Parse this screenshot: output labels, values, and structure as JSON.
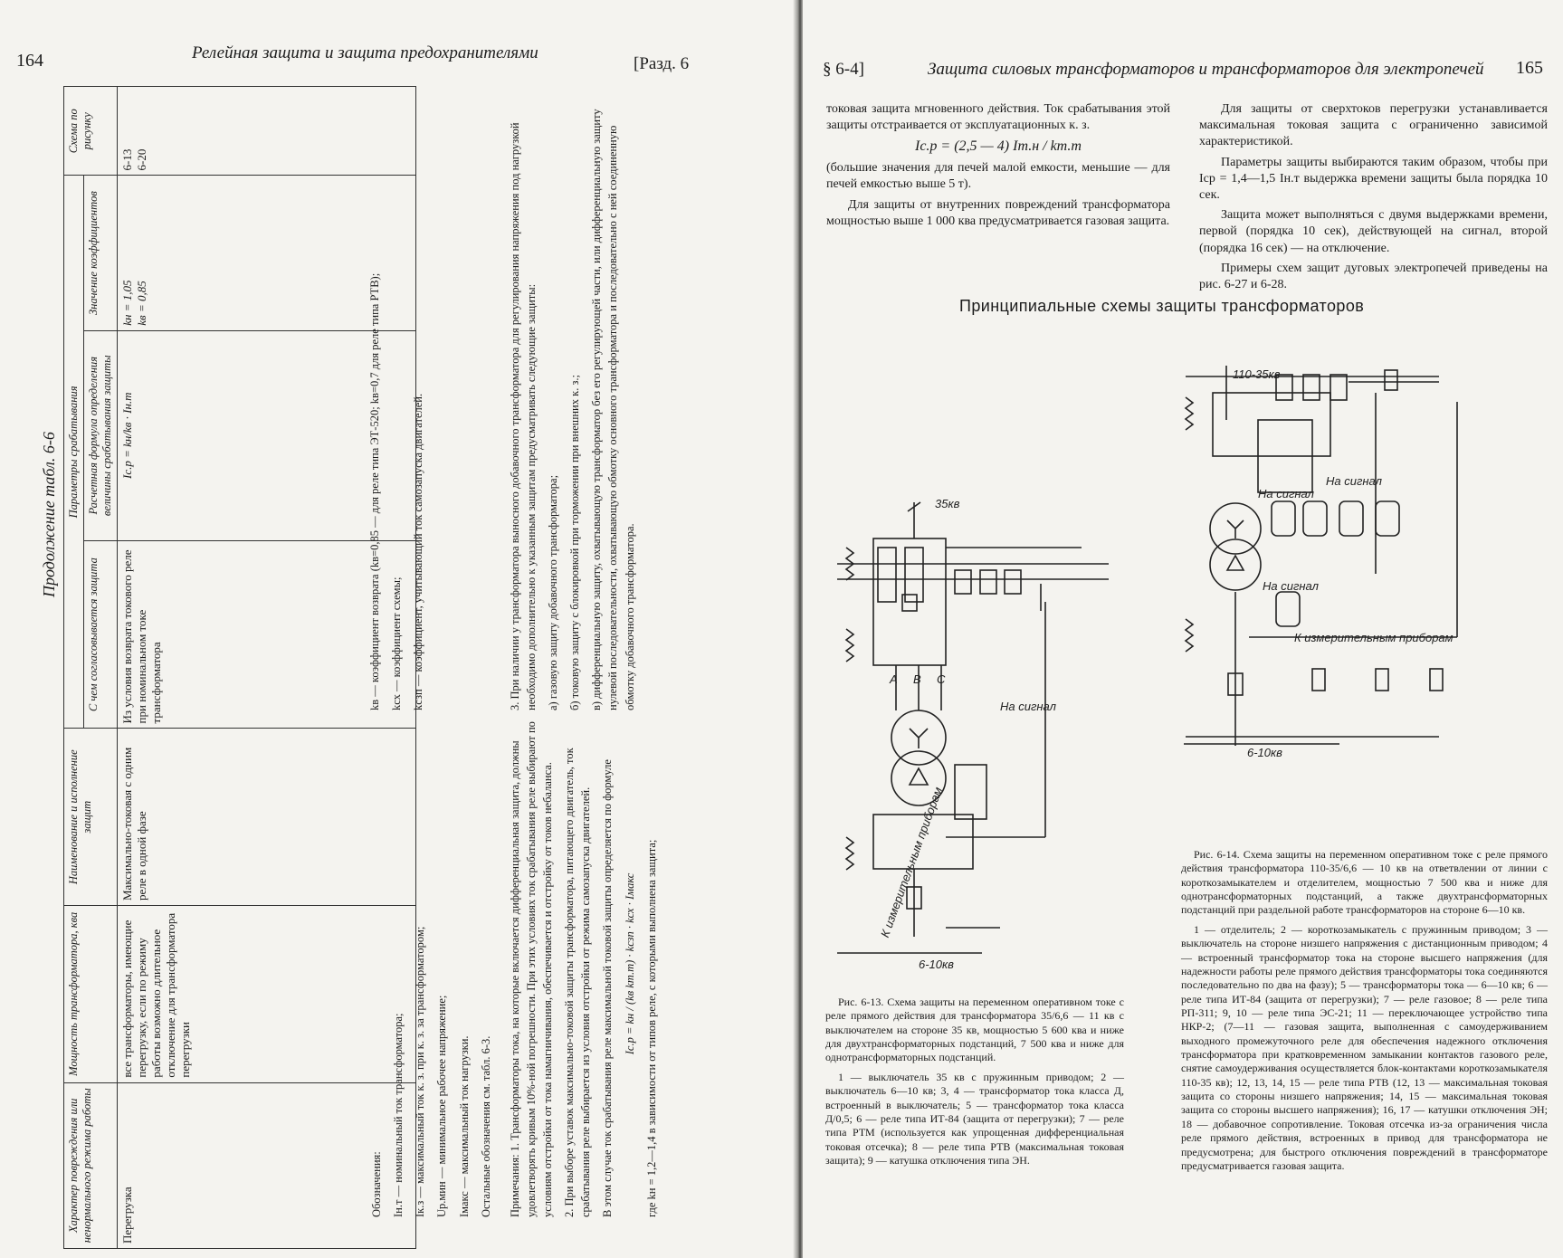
{
  "left_page": {
    "page_number": "164",
    "header_title": "Релейная защита и защита предохранителями",
    "header_section": "[Разд. 6",
    "continuation": "Продолжение табл. 6-6",
    "table": {
      "group_header": "Параметры срабатывания",
      "columns": [
        "Характер повреждения или ненормального режима работы",
        "Мощность трансформатора, ква",
        "Наименование и исполнение защит",
        "С чем согласовывается защита",
        "Расчетная формула определения величины срабатывания защиты",
        "Значение коэффициентов",
        "Схема по рисунку"
      ],
      "row": {
        "fault": "Перегрузка",
        "power": "все трансформаторы, имеющие перегрузку, если по режиму работы возможно длительное отключение для трансформатора перегрузки",
        "protection": "Максимально-токовая с одним реле в одной фазе",
        "coordinated": "Из условия возврата токового реле при номинальном токе трансформатора",
        "formula": "Iс.р = kн/kв · Iн.т",
        "k1": "kн = 1,05",
        "k2": "kв = 0,85",
        "fig1": "6-13",
        "fig2": "6-20"
      }
    },
    "designations": {
      "label": "Обозначения:",
      "items": [
        "Iн.т — номинальный ток трансформатора;",
        "Iк.з — максимальный ток к. з. при к. з. за трансформатором;",
        "Uр.мин — минимальное рабочее напряжение;",
        "Iмакс — максимальный ток нагрузки.",
        "Остальные обозначения см. табл. 6-3."
      ],
      "right_items": [
        "kв — коэффициент возврата (kв=0,85 — для реле типа ЭТ-520; kв=0,7 для реле типа РТВ);",
        "kсх — коэффициент схемы;",
        "kсзп — коэффициент, учитывающий ток самозапуска двигателей."
      ]
    },
    "notes": [
      "Примечания: 1. Трансформаторы тока, на которые включается дифференциальная защита, должны удовлетворять кривым 10%-ной погрешности. При этих условиях ток срабатывания реле выбирают по условиям отстройки от тока намагничивания, обеспечивается и отстройку от токов небаланса.",
      "2. При выборе уставок максимально-токовой защиты трансформатора, питающего двигатель, ток срабатывания реле выбирается из условия отстройки от режима самозапуска двигателей.",
      "В этом случае ток срабатывания реле максимальной токовой защиты определяется по формуле",
      "Iс.р = kн / (kв kт.т) · kсзп · kсх · Iмакс",
      "где kн = 1,2—1,4 в зависимости от типов реле, с которыми выполнена защита;",
      "3. При наличии у трансформатора выносного добавочного трансформатора для регулирования напряжения под нагрузкой необходимо дополнительно к указанным защитам предусматривать следующие защиты:",
      "а) газовую защиту добавочного трансформатора;",
      "б) токовую защиту с блокировкой при торможении при внешних к. з.;",
      "в) дифференциальную защиту, охватывающую трансформатор без его регулирующей части, или дифференциальную защиту нулевой последовательности, охватывающую обмотку основного трансформатора и последовательно с ней соединенную обмотку добавочного трансформатора."
    ]
  },
  "right_page": {
    "section": "§ 6-4]",
    "header_title": "Защита силовых трансформаторов и трансформаторов для электропечей",
    "page_number": "165",
    "col1": [
      "токовая защита мгновенного действия. Ток срабатывания этой защиты отстраивается от эксплуатационных к. з.",
      "Iс.р = (2,5 — 4) Iт.н / kт.т",
      "(большие значения для печей малой емкости, меньшие — для печей емкостью выше 5 т).",
      "Для защиты от внутренних повреждений трансформатора мощностью выше 1 000 ква предусматривается газовая защита."
    ],
    "col2": [
      "Для защиты от сверхтоков перегрузки устанавливается максимальная токовая защита с ограниченно зависимой характеристикой.",
      "Параметры защиты выбираются таким образом, чтобы при Iср = 1,4—1,5 Iн.т выдержка времени защиты была порядка 10 сек.",
      "Защита может выполняться с двумя выдержками времени, первой (порядка 10 сек), действующей на сигнал, второй (порядка 16 сек) — на отключение.",
      "Примеры схем защит дуговых электропечей приведены на рис. 6-27 и 6-28."
    ],
    "section_title": "Принципиальные схемы защиты трансформаторов",
    "fig13": {
      "labels": {
        "hv": "35кв",
        "lv": "6-10кв",
        "a": "А",
        "b": "В",
        "c": "С",
        "meter": "К измерительным приборам",
        "signal": "На сигнал"
      },
      "caption": "Рис. 6-13. Схема защиты на переменном оперативном токе с реле прямого действия для трансформатора 35/6,6 — 11 кв с выключателем на стороне 35 кв, мощностью 5 600 ква и ниже для двухтрансформаторных подстанций, 7 500 ква и ниже для однотрансформаторных подстанций.",
      "legend": "1 — выключатель 35 кв с пружинным приводом; 2 — выключатель 6—10 кв; 3, 4 — трансформатор тока класса Д, встроенный в выключатель; 5 — трансформатор тока класса Д/0,5; 6 — реле типа ИТ-84 (защита от перегрузки); 7 — реле типа РТМ (используется как упрощенная дифференциальная токовая отсечка); 8 — реле типа РТВ (максимальная токовая защита); 9 — катушка отключения типа ЭН."
    },
    "fig14": {
      "labels": {
        "hv": "110-35кв",
        "lv": "6-10кв",
        "signal": "На сигнал",
        "meter": "К измерительным приборам"
      },
      "caption": "Рис. 6-14. Схема защиты на переменном оперативном токе с реле прямого действия трансформатора 110-35/6,6 — 10 кв на ответвлении от линии с короткозамыкателем и отделителем, мощностью 7 500 ква и ниже для однотрансформаторных подстанций, а также двухтрансформаторных подстанций при раздельной работе трансформаторов на стороне 6—10 кв.",
      "legend": "1 — отделитель; 2 — короткозамыкатель с пружинным приводом; 3 — выключатель на стороне низшего напряжения с дистанционным приводом; 4 — встроенный трансформатор тока на стороне высшего напряжения (для надежности работы реле прямого действия трансформаторы тока соединяются последовательно по два на фазу); 5 — трансформаторы тока — 6—10 кв; 6 — реле типа ИТ-84 (защита от перегрузки); 7 — реле газовое; 8 — реле типа РП-311; 9, 10 — реле типа ЭС-21; 11 — переключающее устройство типа НКР-2; (7—11 — газовая защита, выполненная с самоудерживанием выходного промежуточного реле для обеспечения надежного отключения трансформатора при кратковременном замыкании контактов газового реле, снятие самоудерживания осуществляется блок-контактами короткозамыкателя 110-35 кв); 12, 13, 14, 15 — реле типа РТВ (12, 13 — максимальная токовая защита со стороны низшего напряжения; 14, 15 — максимальная токовая защита со стороны высшего напряжения); 16, 17 — катушки отключения ЭН; 18 — добавочное сопротивление. Токовая отсечка из-за ограничения числа реле прямого действия, встроенных в привод для трансформатора не предусмотрена; для быстрого отключения повреждений в трансформаторе предусматривается газовая защита."
    }
  }
}
